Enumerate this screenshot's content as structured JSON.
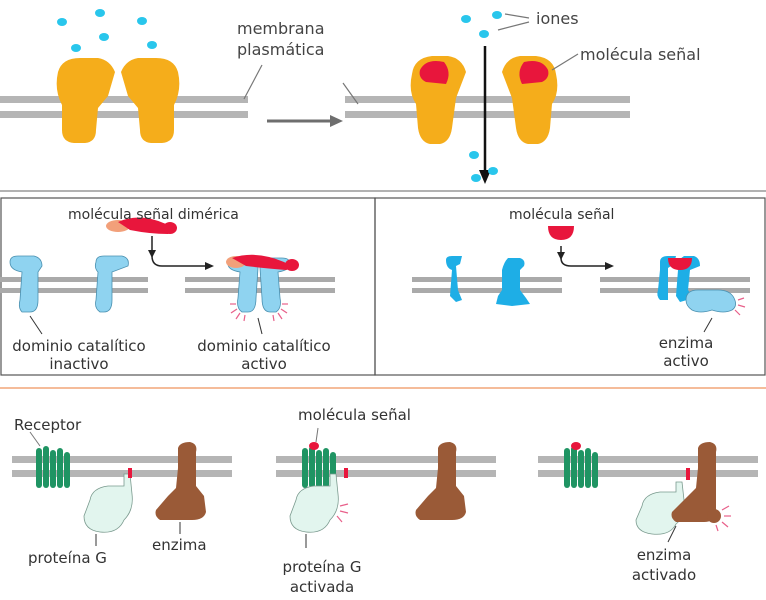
{
  "diagram": {
    "panel_ion_channel": {
      "label_membrane_line1": "membrana",
      "label_membrane_line2": "plasmática",
      "label_ions": "iones",
      "label_signal_molecule": "molécula señal"
    },
    "panel_enzyme_receptor": {
      "label_dimeric_signal": "molécula señal dimérica",
      "label_inactive_line1": "dominio catalítico",
      "label_inactive_line2": "inactivo",
      "label_active_line1": "dominio catalítico",
      "label_active_line2": "activo"
    },
    "panel_associated_enzyme": {
      "label_signal_molecule": "molécula señal",
      "label_enzyme_line1": "enzima",
      "label_enzyme_line2": "activo"
    },
    "panel_gprotein": {
      "label_receptor": "Receptor",
      "label_signal_molecule": "molécula señal",
      "label_gprotein": "proteína G",
      "label_enzyme": "enzima",
      "label_gprotein_active_line1": "proteína G",
      "label_gprotein_active_line2": "activada",
      "label_enzyme_active_line1": "enzima",
      "label_enzyme_active_line2": "activado"
    },
    "colors": {
      "membrane": "#b5b5b5",
      "channel_orange": "#f5ad1b",
      "ion_blue": "#29c6ec",
      "signal_red": "#e8163c",
      "receptor_blue": "#8fd3f0",
      "associated_blue": "#1eaee6",
      "g_protein": "#e2f5ee",
      "enzyme_brown": "#9a5a37",
      "receptor_green": "#1f9463",
      "divider_orange": "#f2a678"
    }
  }
}
